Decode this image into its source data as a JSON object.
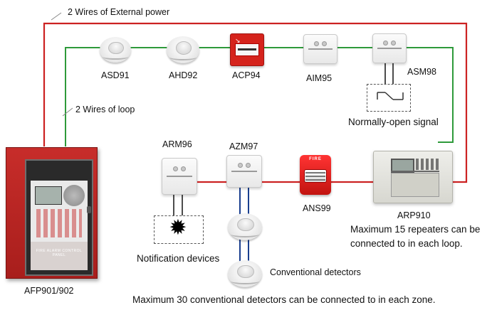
{
  "labels": {
    "external_power": "2 Wires of External power",
    "loop_wires": "2 Wires of loop",
    "asd91": "ASD91",
    "ahd92": "AHD92",
    "acp94": "ACP94",
    "aim95": "AIM95",
    "asm98": "ASM98",
    "normally_open": "Normally-open signal",
    "arm96": "ARM96",
    "azm97": "AZM97",
    "ans99": "ANS99",
    "arp910": "ARP910",
    "repeaters_line1": "Maximum  15 repeaters can be",
    "repeaters_line2": "connected to in each loop.",
    "notification_devices": "Notification devices",
    "conventional_detectors": "Conventional detectors",
    "panel": "AFP901/902",
    "max_conventional": "Maximum 30 conventional detectors can be connected to in each zone.",
    "sounder_text": "FIRE",
    "panel_text": "FIRE ALARM CONTROL PANEL"
  },
  "colors": {
    "power_wire": "#cc2222",
    "loop_wire": "#2e9a3a",
    "signal_wire": "#000000",
    "conventional_wire": "#1a3f8f"
  }
}
